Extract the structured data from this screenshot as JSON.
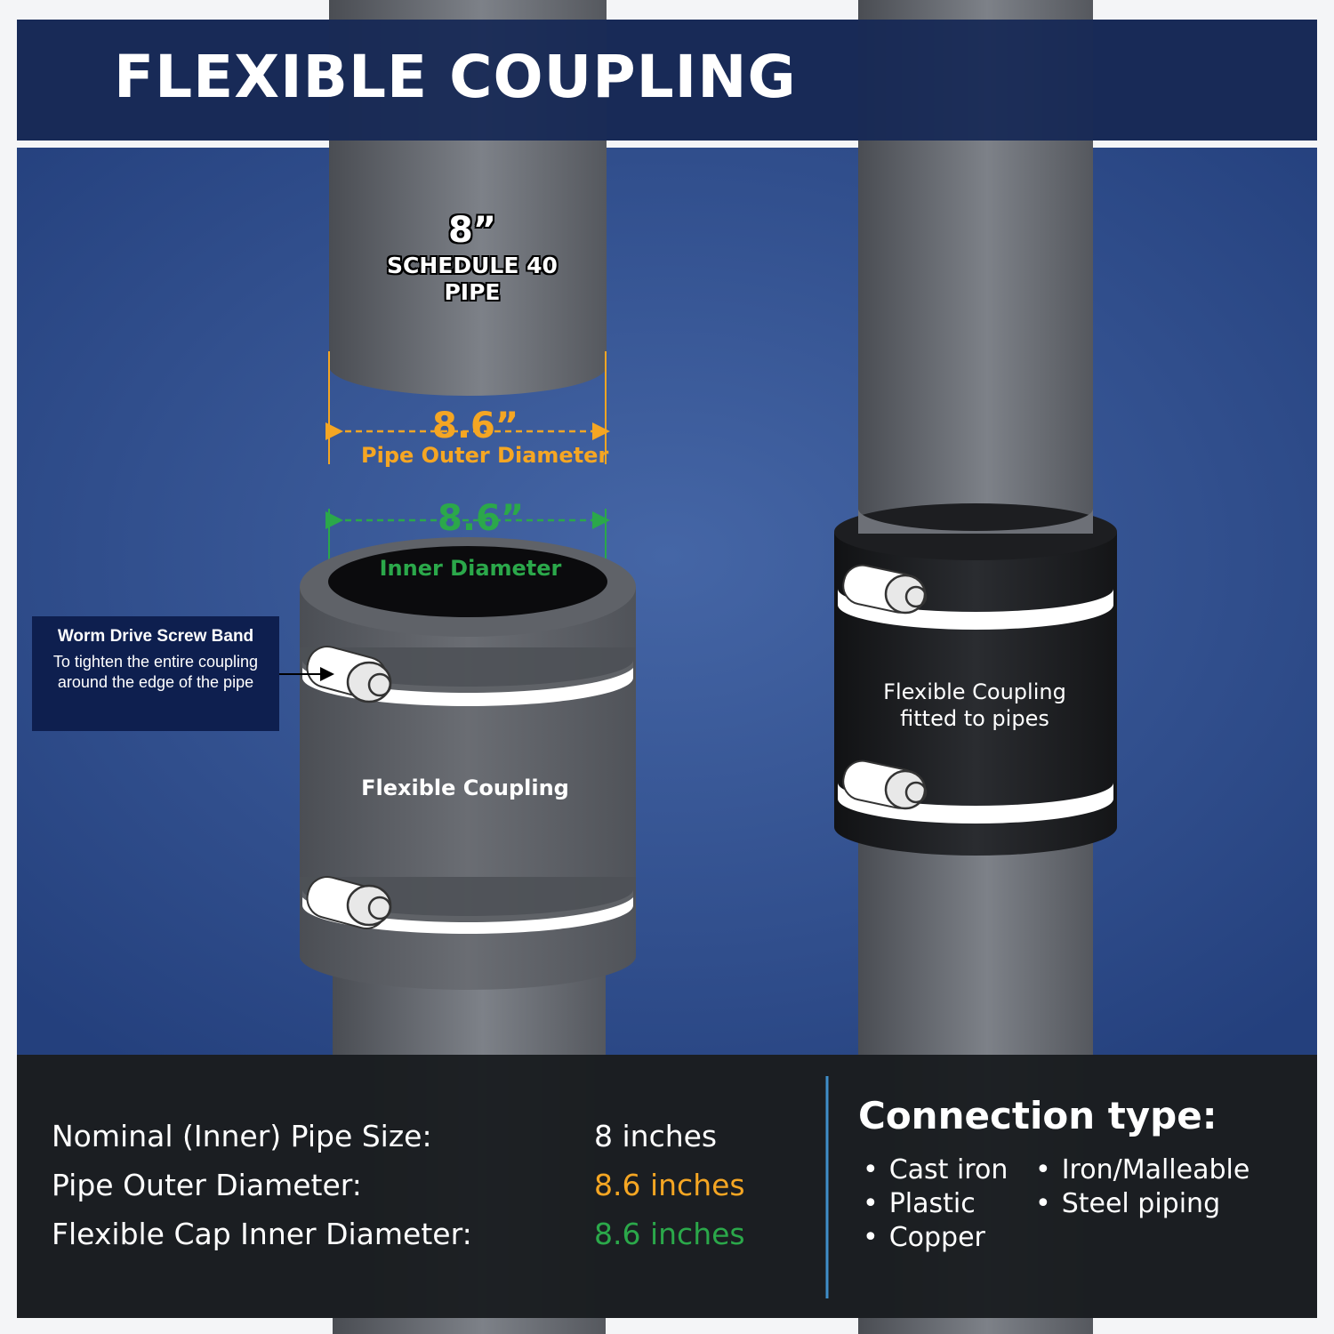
{
  "header": {
    "title": "FLEXIBLE COUPLING"
  },
  "pipe_label": {
    "size": "8”",
    "schedule": "SCHEDULE 40",
    "word": "PIPE"
  },
  "dimensions": {
    "outer_value": "8.6”",
    "outer_label": "Pipe Outer Diameter",
    "inner_value": "8.6”",
    "inner_label": "Inner Diameter"
  },
  "callout": {
    "title": "Worm Drive Screw Band",
    "description": "To tighten the entire coupling around the edge of the pipe"
  },
  "coupling_label": "Flexible Coupling",
  "fitted_label": {
    "line1": "Flexible Coupling",
    "line2": "fitted to pipes"
  },
  "specs": [
    {
      "label": "Nominal (Inner) Pipe Size:",
      "value": "8 inches",
      "color": "#ffffff"
    },
    {
      "label": "Pipe Outer Diameter:",
      "value": "8.6 inches",
      "color": "#f5a623"
    },
    {
      "label": "Flexible Cap Inner Diameter:",
      "value": "8.6 inches",
      "color": "#2ba84a"
    }
  ],
  "connection": {
    "title": "Connection type:",
    "left_items": [
      "Cast iron",
      "Plastic",
      "Copper"
    ],
    "right_items": [
      "Iron/Malleable",
      "Steel piping"
    ]
  },
  "colors": {
    "header_bg": "#061a4a",
    "panel_bg": "#2e4f8f",
    "bottom_bg": "#0f1216",
    "outer_dimension": "#f5a623",
    "inner_dimension": "#2ba84a",
    "divider": "#3f8ec9"
  }
}
